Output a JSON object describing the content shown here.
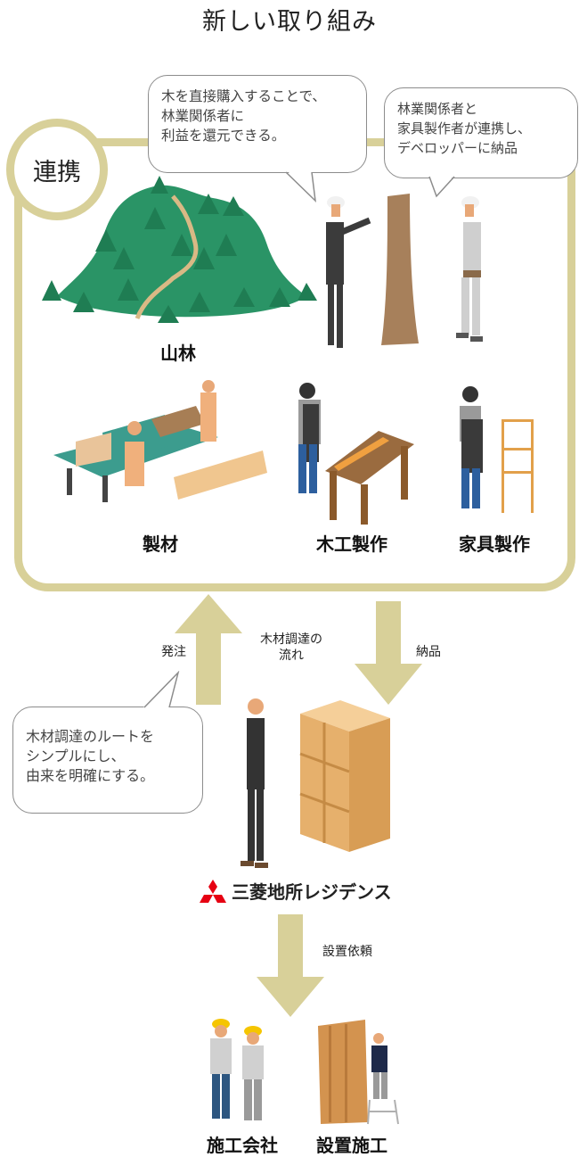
{
  "title": "新しい取り組み",
  "partnership": {
    "circle_label": "連携",
    "bubble_left": {
      "lines": [
        "木を直接購入することで、",
        "林業関係者に",
        "利益を還元できる。"
      ]
    },
    "bubble_right": {
      "lines": [
        "林業関係者と",
        "家具製作者が連携し、",
        "デベロッパーに納品"
      ]
    },
    "stages": {
      "forest": "山林",
      "sawmill": "製材",
      "woodwork": "木工製作",
      "furniture": "家具製作"
    }
  },
  "flow": {
    "order_label": "発注",
    "center_label_line1": "木材調達の",
    "center_label_line2": "流れ",
    "delivery_label": "納品",
    "install_request_label": "設置依頼"
  },
  "developer_bubble": {
    "lines": [
      "木材調達のルートを",
      "シンプルにし、",
      "由来を明確にする。"
    ]
  },
  "developer": {
    "logo_text": "三菱地所レジデンス",
    "logo_color": "#e60012"
  },
  "installation": {
    "contractor": "施工会社",
    "install_work": "設置施工"
  },
  "colors": {
    "frame": "#d8d099",
    "arrow": "#d8d099",
    "mountain": "#2a9466",
    "tree": "#1f7d53"
  }
}
